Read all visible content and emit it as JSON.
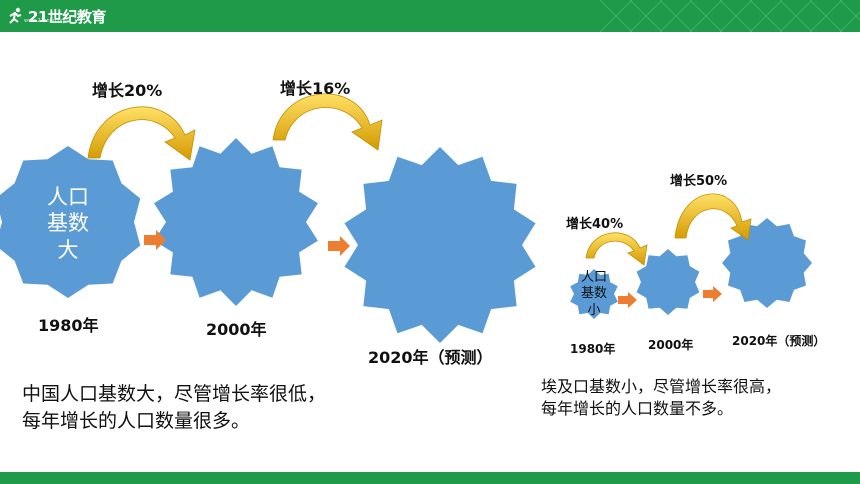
{
  "header": {
    "logo_text": "21世纪教育",
    "logo_subtext": "www.21cnjy.com"
  },
  "china": {
    "growth_1": "增长20%",
    "growth_2": "增长16%",
    "blob_text": [
      "人口",
      "基数",
      "大"
    ],
    "year_1": "1980年",
    "year_2": "2000年",
    "year_3": "2020年（预测）",
    "description": [
      "中国人口基数大，尽管增长率很低，",
      "每年增长的人口数量很多。"
    ]
  },
  "egypt": {
    "growth_1": "增长40%",
    "growth_2": "增长50%",
    "blob_text": [
      "人口",
      "基数",
      "小"
    ],
    "year_1": "1980年",
    "year_2": "2000年",
    "year_3": "2020年（预测）",
    "description": [
      "埃及口基数小，尽管增长率很高，",
      "每年增长的人口数量不多。"
    ]
  },
  "colors": {
    "bar": "#1e9a48",
    "blob": "#5b9bd5",
    "arrow": "#ed7d31",
    "curve": "#e0a800"
  }
}
